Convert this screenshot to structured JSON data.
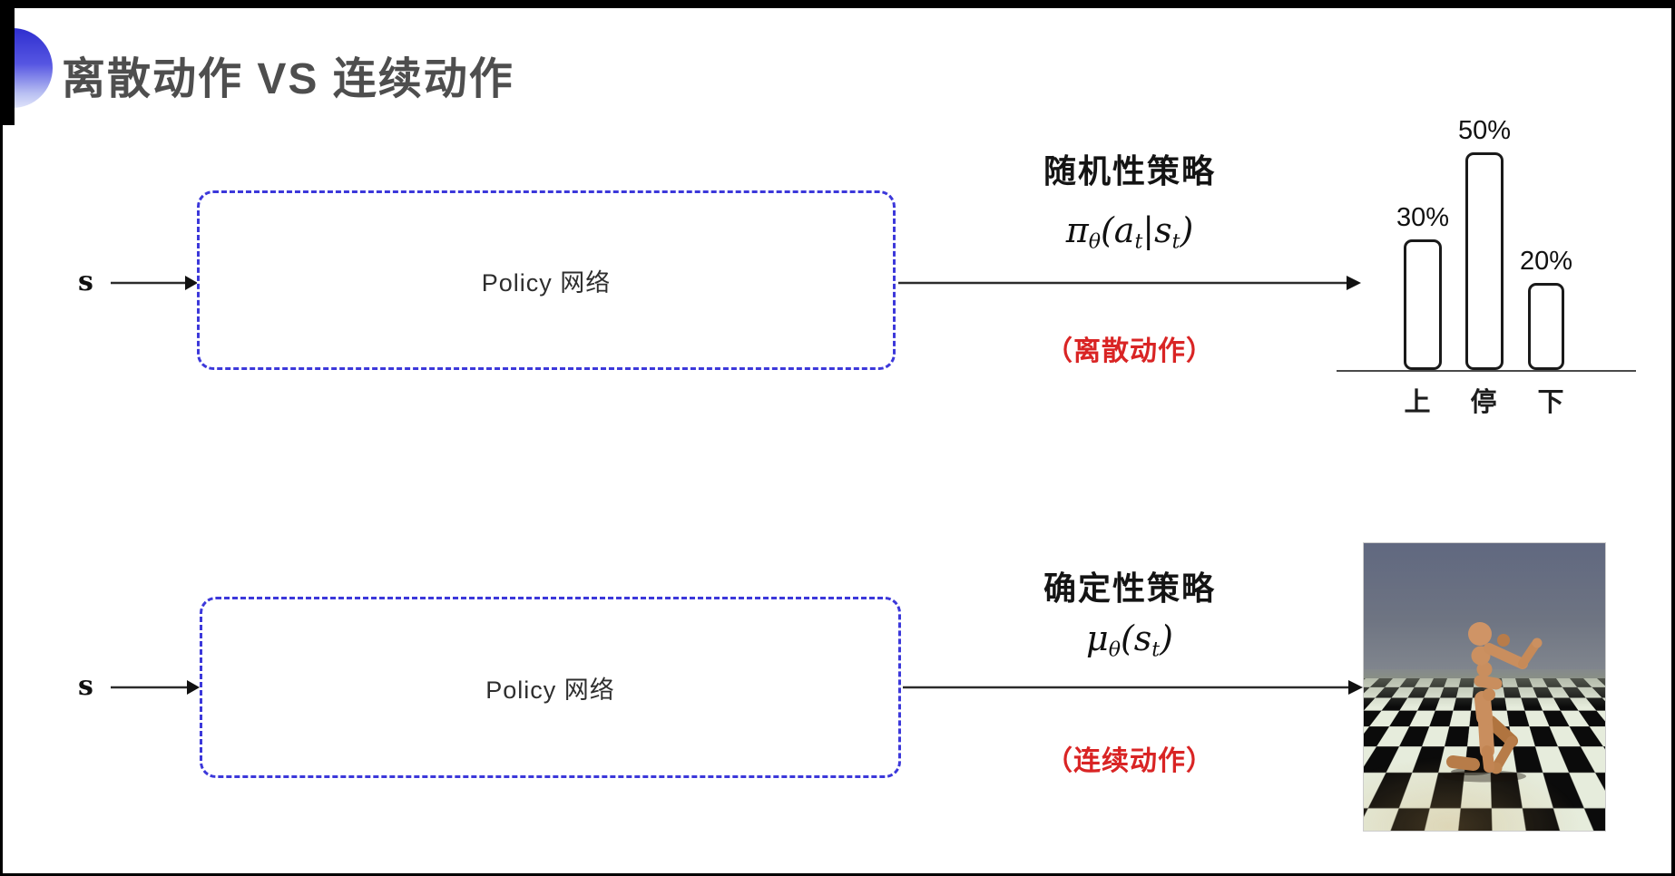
{
  "header": {
    "title": "离散动作 VS 连续动作"
  },
  "rows": [
    {
      "input_label": "s",
      "box_label": "Policy 网络",
      "policy_type": "随机性策略",
      "formula": {
        "f1": "π",
        "s1": "θ",
        "f2": "(a",
        "s2": "t",
        "f3": "|s",
        "s3": "t",
        "f4": ")"
      },
      "action_note": "（离散动作）"
    },
    {
      "input_label": "s",
      "box_label": "Policy 网络",
      "policy_type": "确定性策略",
      "formula": {
        "f1": "μ",
        "s1": "θ",
        "f2": "(s",
        "s2": "t",
        "f3": ")"
      },
      "action_note": "（连续动作）"
    }
  ],
  "chart_data": {
    "type": "bar",
    "title": "",
    "categories": [
      "上",
      "停",
      "下"
    ],
    "values": [
      30,
      50,
      20
    ],
    "labels": [
      "30%",
      "50%",
      "20%"
    ],
    "unit": "%",
    "ylim": [
      0,
      55
    ],
    "grid": false,
    "legend": false,
    "description": "probability distribution of stochastic policy over discrete actions"
  },
  "colors": {
    "box_dash_blue": "#3c38da",
    "accent_circle_blue": "#2e2ecf",
    "title_gray": "#4e4e4e",
    "note_red": "#d92424"
  }
}
